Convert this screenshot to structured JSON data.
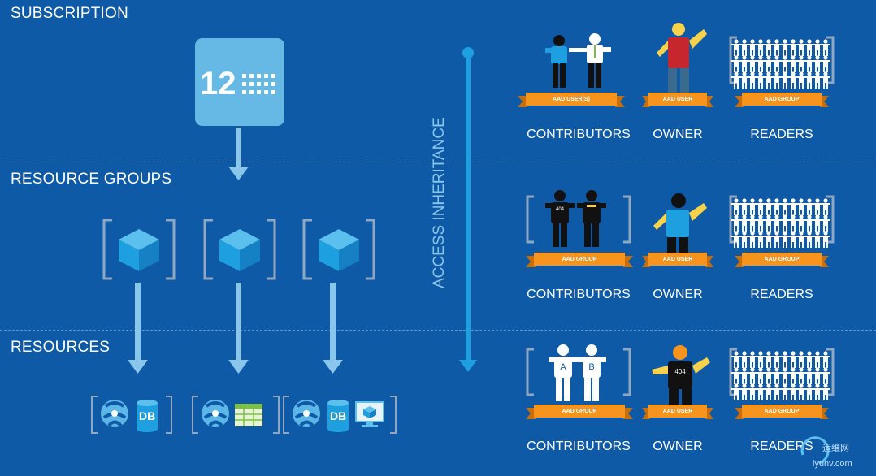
{
  "sections": {
    "subscription": "SUBSCRIPTION",
    "resource_groups": "RESOURCE GROUPS",
    "resources": "RESOURCES"
  },
  "subscription_tile": {
    "number": "12"
  },
  "access_label": "ACCESS INHERITANCE",
  "rows": [
    {
      "contributors": {
        "label": "CONTRIBUTORS",
        "ribbon": "AAD USER(S)"
      },
      "owner": {
        "label": "OWNER",
        "ribbon": "AAD USER"
      },
      "readers": {
        "label": "READERS",
        "ribbon": "AAD GROUP"
      }
    },
    {
      "contributors": {
        "label": "CONTRIBUTORS",
        "ribbon": "AAD GROUP"
      },
      "owner": {
        "label": "OWNER",
        "ribbon": "AAD USER"
      },
      "readers": {
        "label": "READERS",
        "ribbon": "AAD GROUP"
      }
    },
    {
      "contributors": {
        "label": "CONTRIBUTORS",
        "ribbon": "AAD GROUP",
        "shirt_a": "A",
        "shirt_b": "B"
      },
      "owner": {
        "label": "OWNER",
        "ribbon": "AAD USER",
        "shirt": "404"
      },
      "readers": {
        "label": "READERS",
        "ribbon": "AAD GROUP"
      }
    }
  ],
  "shirt_404": "404",
  "resource_labels": {
    "db": "DB"
  },
  "watermark": {
    "cn": "运维网",
    "en": "iyunv.com"
  },
  "colors": {
    "background": "#0f5aa6",
    "accent_light": "#67b9e5",
    "ribbon": "#f7941d",
    "cube": "#1e9fe0"
  }
}
